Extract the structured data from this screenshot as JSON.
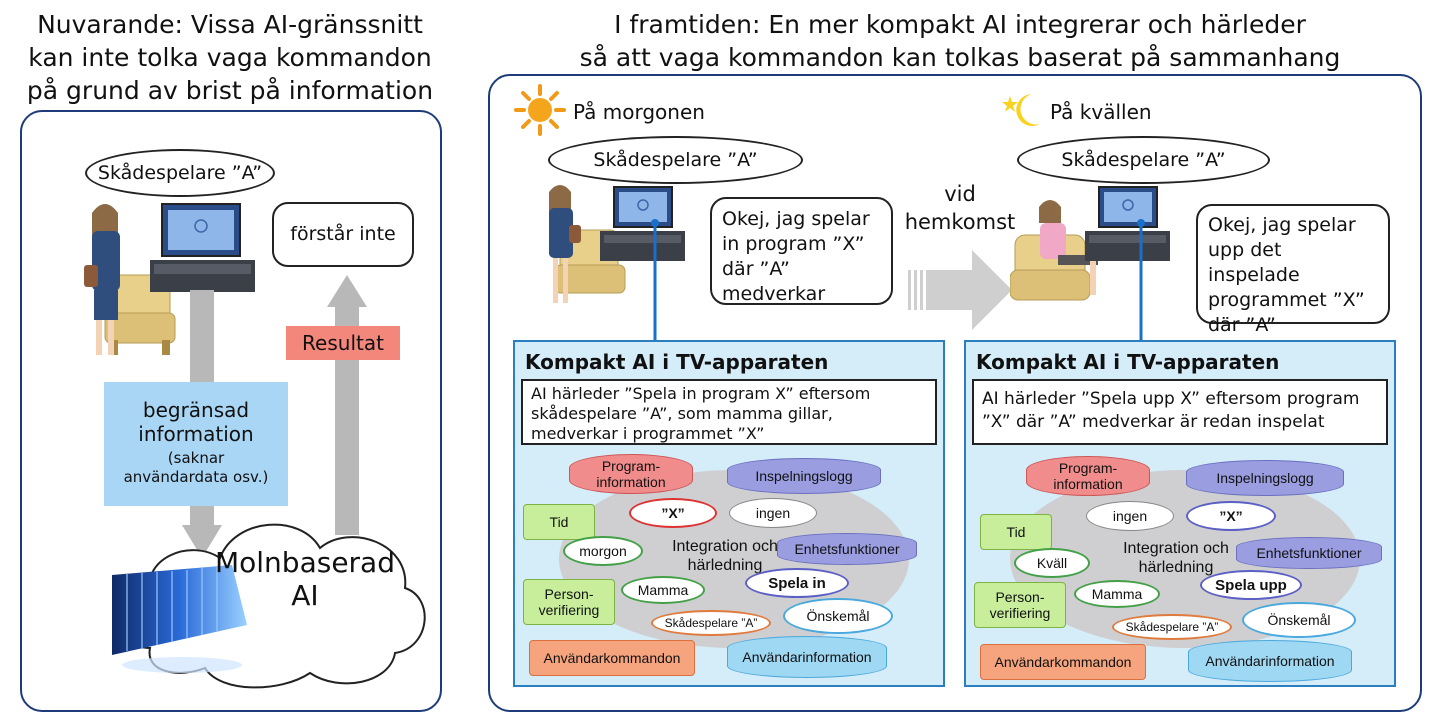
{
  "left": {
    "title_lines": [
      "Nuvarande: Vissa AI-gränssnitt",
      "kan inte tolka vaga kommandon",
      "på grund av brist på information"
    ],
    "speech": "Skådespelare ”A”",
    "tv_reply": "förstår inte",
    "result_label": "Resultat",
    "limited_title": [
      "begränsad",
      "information"
    ],
    "limited_sub": [
      "(saknar",
      "användardata osv.)"
    ],
    "cloud_label": [
      "Molnbaserad",
      "AI"
    ]
  },
  "right": {
    "title_lines": [
      "I framtiden: En mer kompakt AI integrerar och härleder",
      "så att vaga kommandon kan tolkas baserat på sammanhang"
    ],
    "arrow_label": [
      "vid",
      "hemkomst"
    ],
    "morning": {
      "time_label": "På morgonen",
      "speech": "Skådespelare ”A”",
      "tv_reply": [
        "Okej, jag spelar",
        "in program ”X”",
        "där ”A” medverkar"
      ],
      "ai_title": "Kompakt AI i TV-apparaten",
      "ai_text": [
        "AI härleder ”Spela in program X” eftersom",
        "skådespelare ”A”, som mamma gillar,",
        "medverkar i programmet ”X”"
      ],
      "program_info": [
        "Program-",
        "information"
      ],
      "recording_log": "Inspelningslogg",
      "program_value": "”X”",
      "log_value": "ingen",
      "time_tag": "Tid",
      "time_value": "morgon",
      "center": [
        "Integration och",
        "härledning"
      ],
      "device_functions": "Enhetsfunktioner",
      "action": "Spela in",
      "person_tag": [
        "Person-",
        "verifiering"
      ],
      "person_value": "Mamma",
      "command_value": "Skådespelare ”A”",
      "wish_value": "Önskemål",
      "commands_tag": "Användarkommandon",
      "user_info": "Användarinformation"
    },
    "evening": {
      "time_label": "På kvällen",
      "speech": "Skådespelare ”A”",
      "tv_reply": [
        "Okej, jag spelar",
        "upp det inspelade",
        "programmet ”X”",
        "där ”A” medverkar"
      ],
      "ai_title": "Kompakt AI i TV-apparaten",
      "ai_text": [
        "AI härleder ”Spela upp X” eftersom program",
        "”X” där ”A” medverkar är redan inspelat"
      ],
      "program_info": [
        "Program-",
        "information"
      ],
      "recording_log": "Inspelningslogg",
      "program_value": "ingen",
      "log_value": "”X”",
      "time_tag": "Tid",
      "time_value": "Kväll",
      "center": [
        "Integration och",
        "härledning"
      ],
      "device_functions": "Enhetsfunktioner",
      "action": "Spela upp",
      "person_tag": [
        "Person-",
        "verifiering"
      ],
      "person_value": "Mamma",
      "command_value": "Skådespelare ”A”",
      "wish_value": "Önskemål",
      "commands_tag": "Användarkommandon",
      "user_info": "Användarinformation"
    }
  },
  "colors": {
    "panel_border": "#1f3c7a",
    "ai_box_fill": "#d5ecf9",
    "red_db": "#f08c8c",
    "purple_db": "#9a9ee0",
    "green_tag": "#c8ee9c",
    "orange_tag": "#f5a47e",
    "cyan_db": "#9ed8f2",
    "limited_box": "#a9d6f5",
    "result_box": "#f4877c"
  }
}
